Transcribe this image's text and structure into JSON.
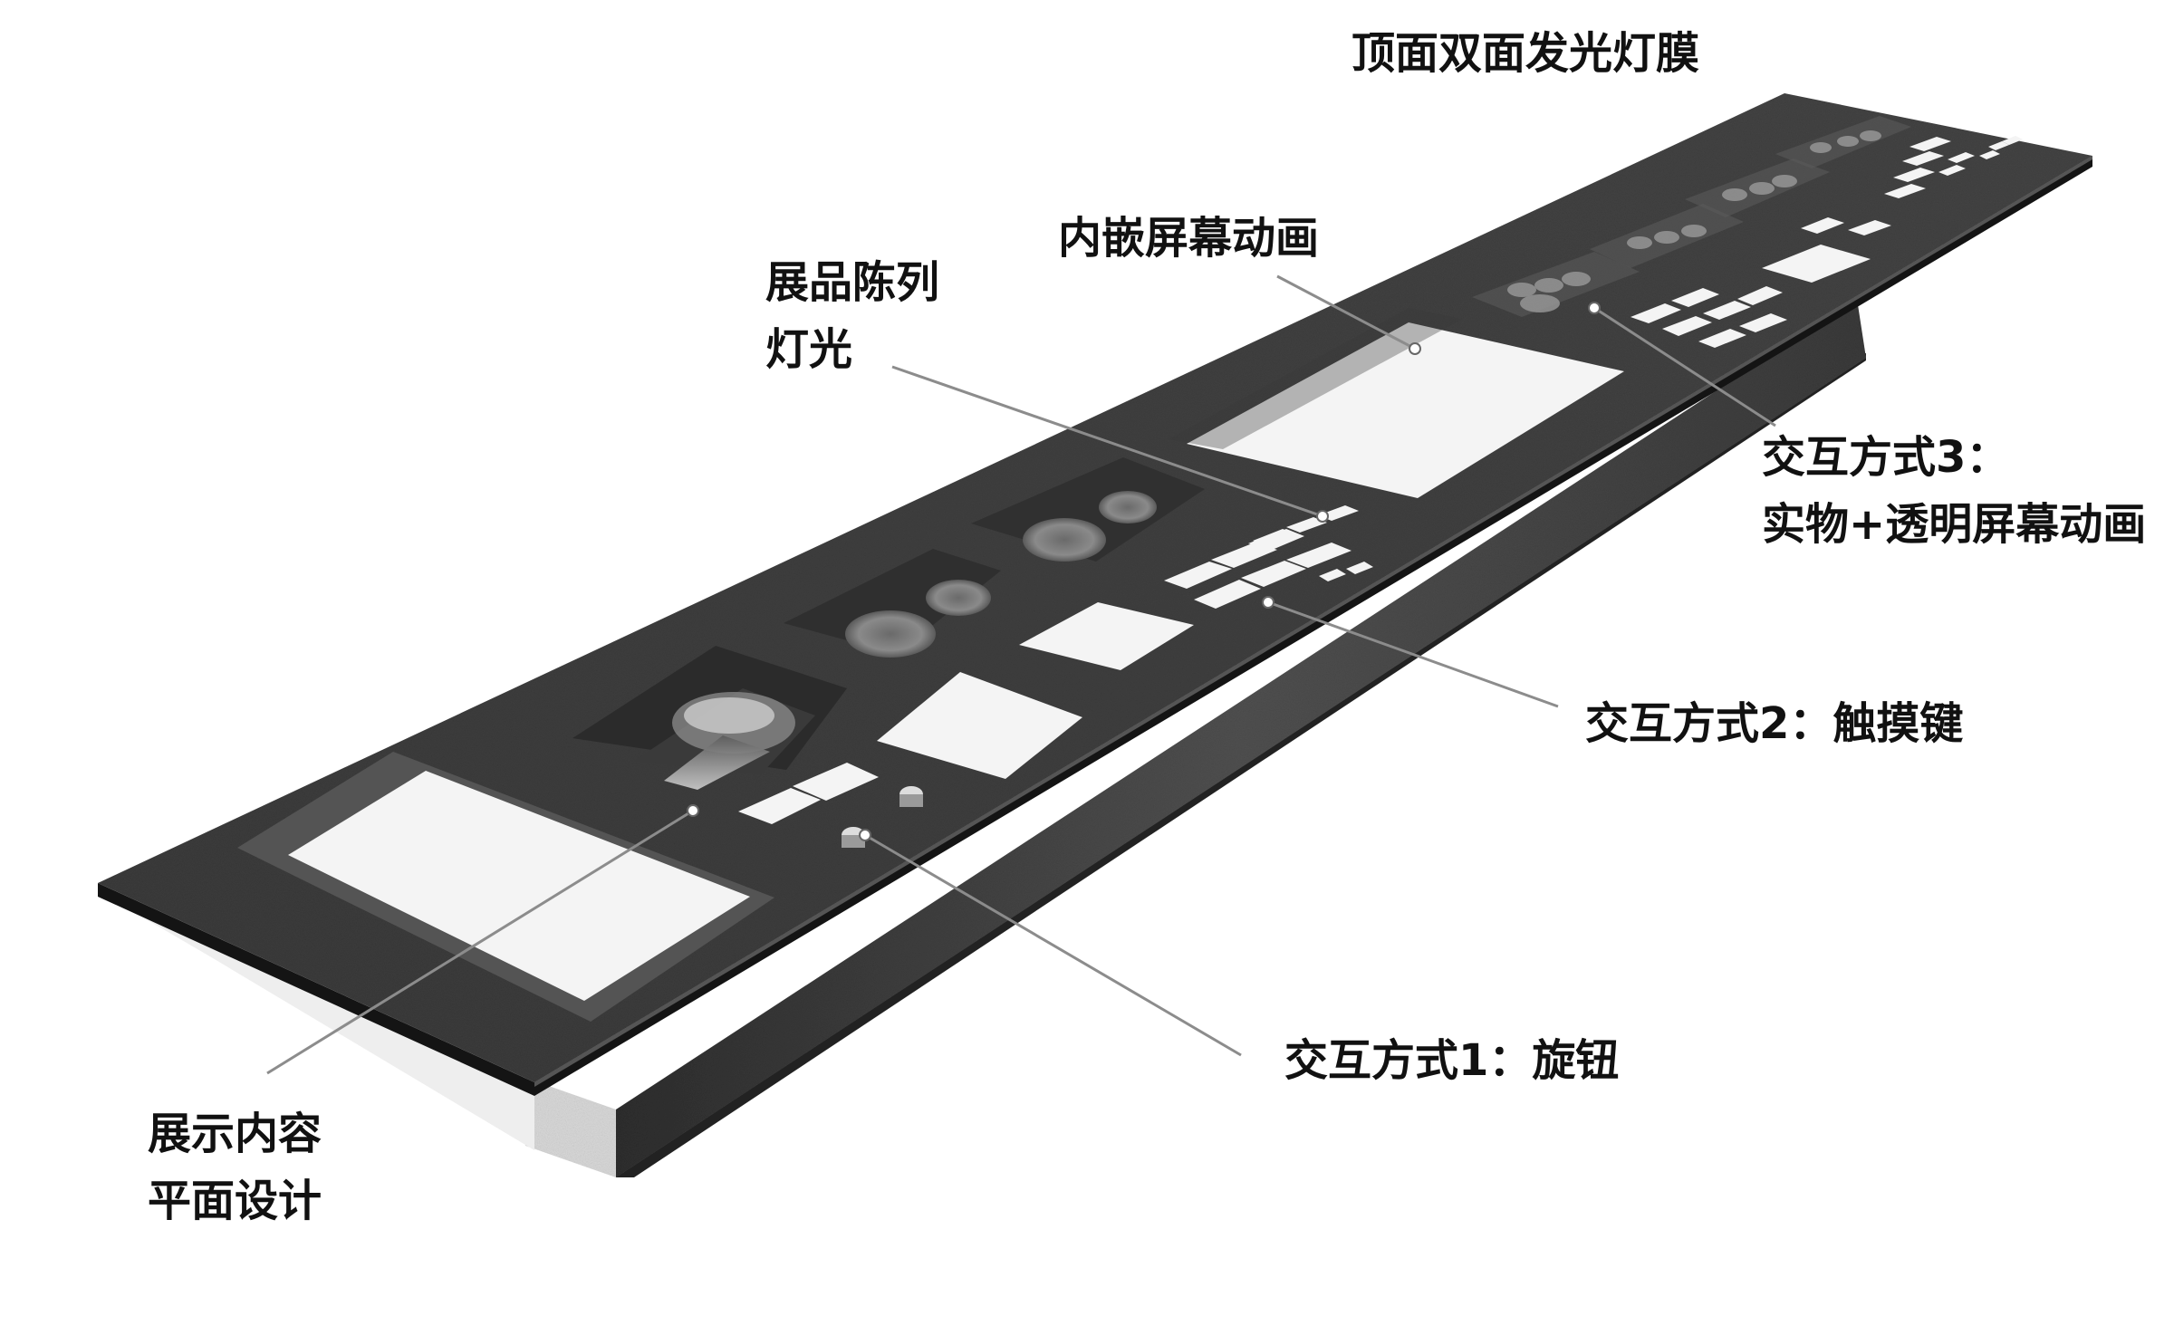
{
  "labels": {
    "top_film": "顶面双面发光灯膜",
    "embedded_screen": "内嵌屏幕动画",
    "lighting": {
      "line1": "展品陈列",
      "line2": "灯光"
    },
    "interaction3": {
      "line1": "交互方式3：",
      "line2": "实物+透明屏幕动画"
    },
    "interaction2": "交互方式2：触摸键",
    "interaction1": "交互方式1：旋钮",
    "graphic_design": {
      "line1": "展示内容",
      "line2": "平面设计"
    }
  },
  "colors": {
    "panel_top": "#3f3f3f",
    "panel_front_edge": "#141414",
    "base_side": "#4a4a4a",
    "light_area": "#f2f2f2",
    "leader_line": "#8c8c8c",
    "text": "#111111"
  }
}
